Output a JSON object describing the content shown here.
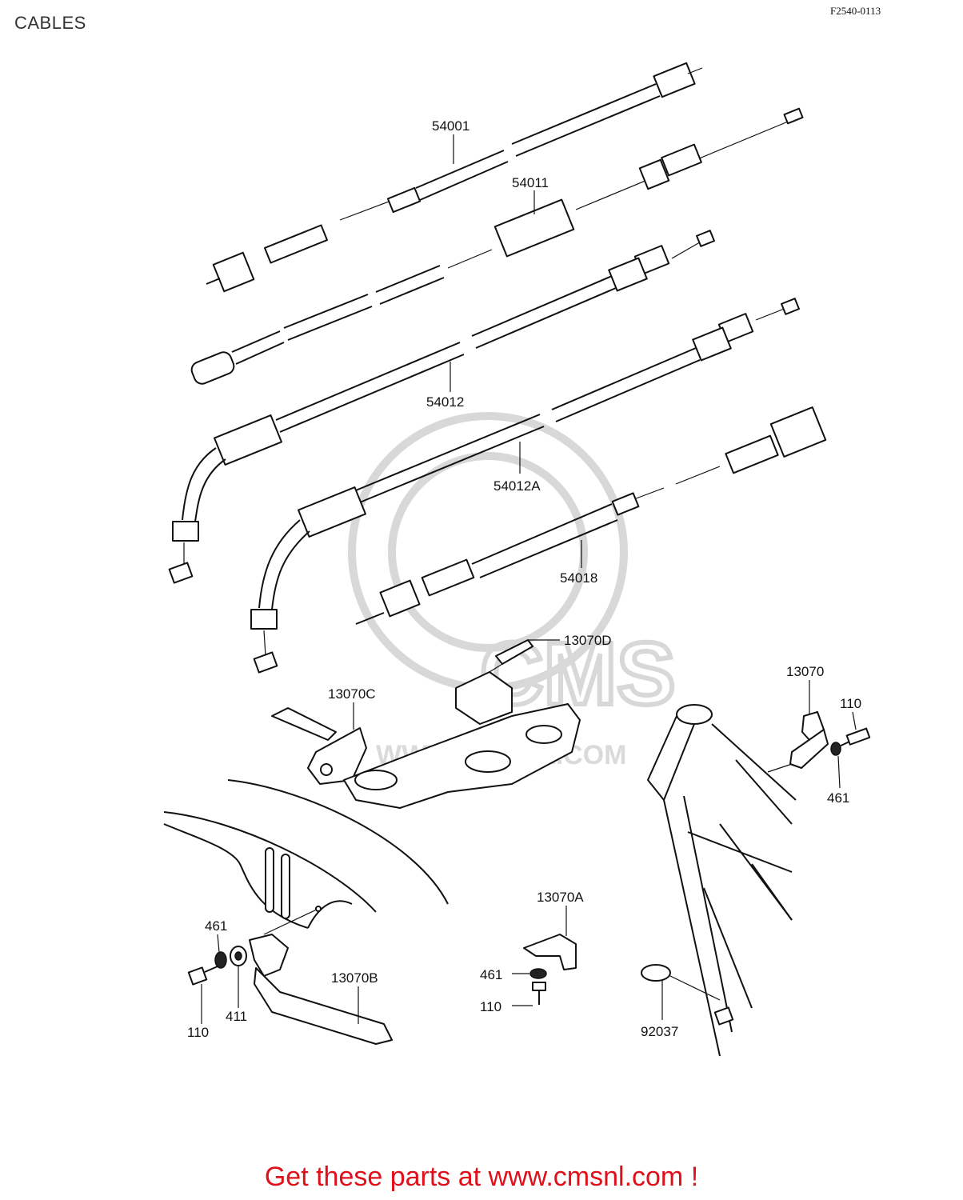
{
  "header": {
    "title": "CABLES",
    "figure_code": "F2540-0113"
  },
  "footer": {
    "text": "Get these parts at www.cmsnl.com !"
  },
  "watermark": {
    "brand": "CMS",
    "site": "WWW.CMSNL.COM"
  },
  "colors": {
    "footer": "#e0101a",
    "ink": "#111111",
    "watermark": "#d8d8d8"
  },
  "callouts": {
    "c54001": "54001",
    "c54011": "54011",
    "c54012": "54012",
    "c54012A": "54012A",
    "c54018": "54018",
    "c13070D": "13070D",
    "c13070C": "13070C",
    "c13070": "13070",
    "c110_right": "110",
    "c461_right": "461",
    "c13070A": "13070A",
    "c461_mid": "461",
    "c110_mid": "110",
    "c92037": "92037",
    "c461_left": "461",
    "c13070B": "13070B",
    "c110_left": "110",
    "c411": "411"
  }
}
